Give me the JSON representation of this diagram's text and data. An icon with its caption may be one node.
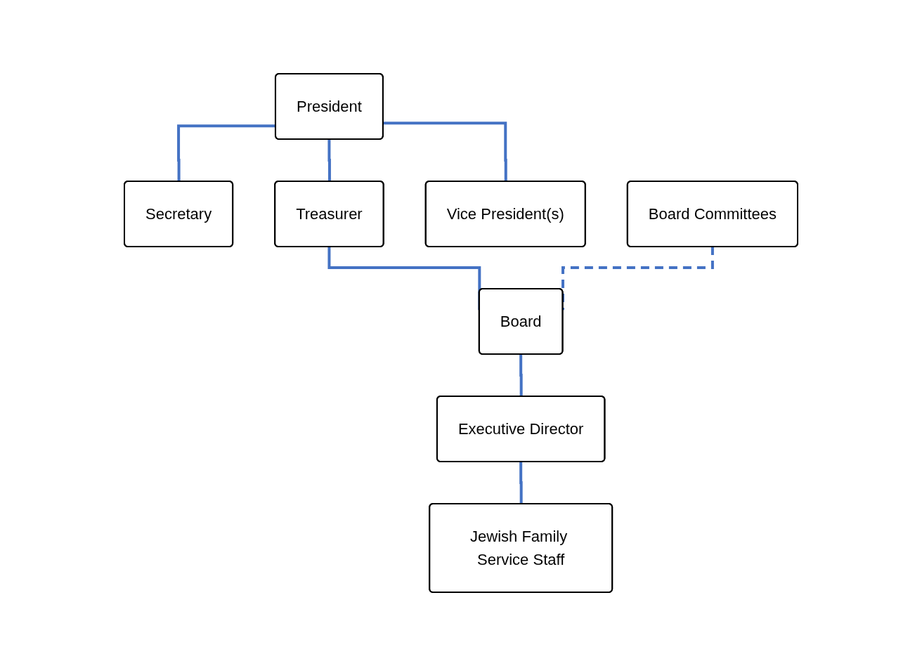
{
  "diagram": {
    "nodes": [
      {
        "text": [
          "President"
        ]
      },
      {
        "text": [
          "Secretary"
        ]
      },
      {
        "text": [
          "Treasurer"
        ]
      },
      {
        "text": [
          "Vice President(s)"
        ]
      },
      {
        "text": [
          "Board Committees"
        ]
      },
      {
        "text": [
          "Board"
        ]
      },
      {
        "text": [
          "Executive Director"
        ]
      },
      {
        "text": [
          "Jewish Family Service Staff"
        ]
      }
    ],
    "edges": [
      {
        "from": 0,
        "to": 1,
        "arrow": "none"
      },
      {
        "from": 0,
        "to": 2,
        "arrow": "none"
      },
      {
        "from": 0,
        "to": 3,
        "arrow": "none"
      },
      {
        "from": 2,
        "to": 5,
        "arrow": "none"
      },
      {
        "from": 4,
        "to": 5,
        "arrow": "none",
        "style": "dashed"
      },
      {
        "from": 5,
        "to": 6,
        "arrow": "none"
      },
      {
        "from": 6,
        "to": 7,
        "arrow": "none"
      }
    ]
  }
}
